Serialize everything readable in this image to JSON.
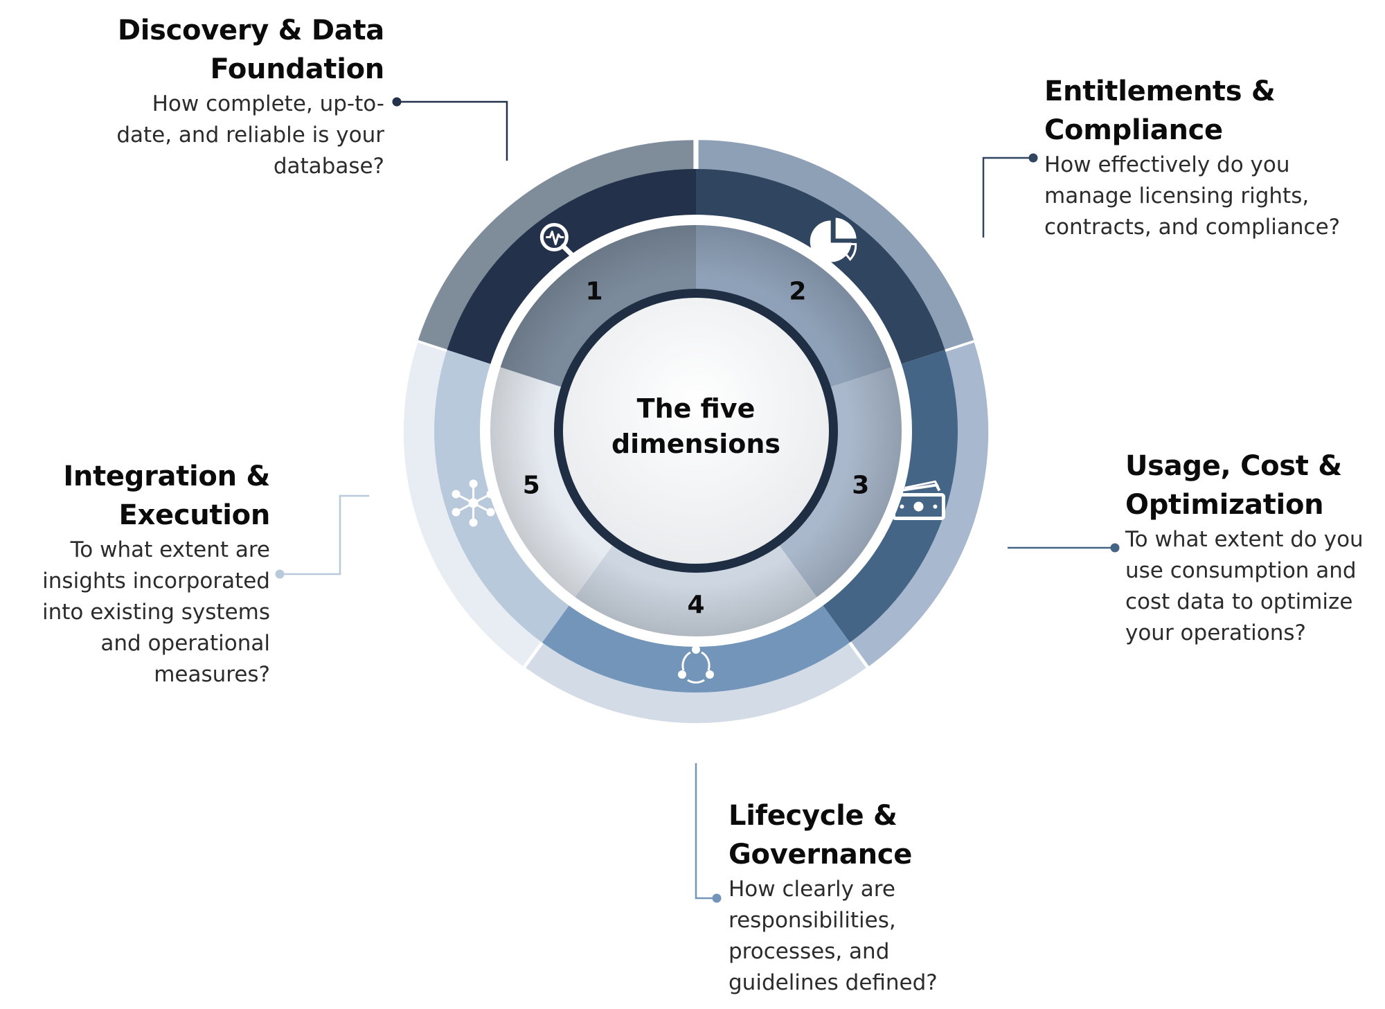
{
  "center": {
    "line1": "The five",
    "line2": "dimensions"
  },
  "segments": [
    {
      "number": "1",
      "icon": "search-pulse-icon",
      "title": "Discovery & Data Foundation",
      "description": "How complete, up-to-date, and reliable is your database?",
      "color_outer": "#23324a",
      "color_inner": "#7c8b9c",
      "color_ring": "#7f8c9a"
    },
    {
      "number": "2",
      "icon": "pie-chart-icon",
      "title": "Entitlements & Compliance",
      "description": "How effectively do you manage licensing rights, contracts, and compliance?",
      "color_outer": "#2f4560",
      "color_inner": "#8fa1b8",
      "color_ring": "#8ea0b6"
    },
    {
      "number": "3",
      "icon": "banknotes-icon",
      "title": "Usage, Cost & Optimization",
      "description": "To what extent do you use consumption and cost data to optimize your operations?",
      "color_outer": "#456587",
      "color_inner": "#a9b8cb",
      "color_ring": "#a8b8cf"
    },
    {
      "number": "4",
      "icon": "cycle-nodes-icon",
      "title": "Lifecycle & Governance",
      "description": "How clearly are responsibilities, processes, and guidelines defined?",
      "color_outer": "#7395ba",
      "color_inner": "#cdd6e1",
      "color_ring": "#d3dce6"
    },
    {
      "number": "5",
      "icon": "network-hub-icon",
      "title": "Integration & Execution",
      "description": "To what extent are insights incorporated into existing systems and operational measures?",
      "color_outer": "#b8c9dc",
      "color_inner": "#e6ebf1",
      "color_ring": "#e8edf3"
    }
  ]
}
